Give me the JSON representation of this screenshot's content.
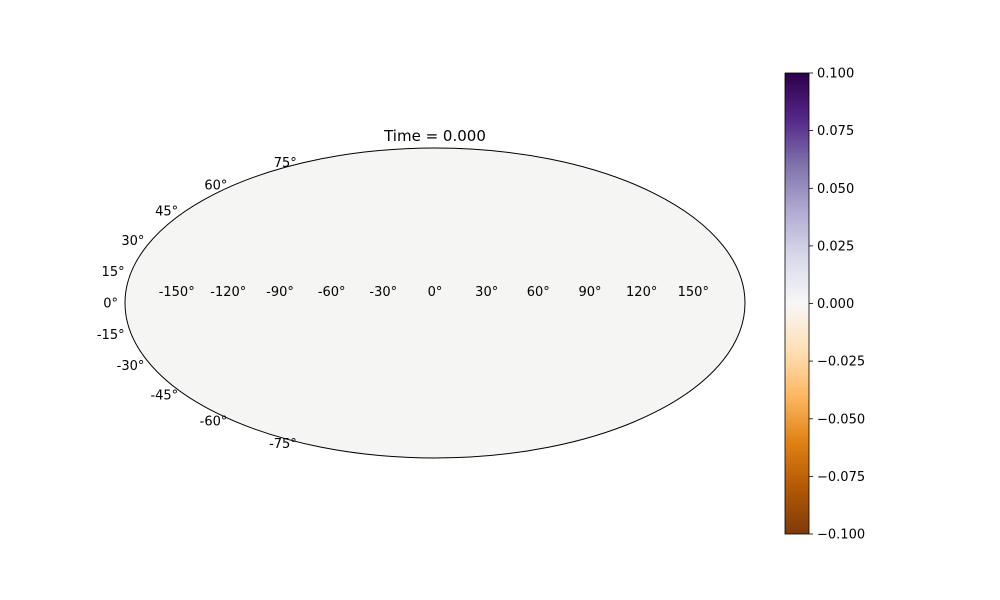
{
  "chart_data": {
    "type": "heatmap",
    "projection": "mollweide",
    "title": "Time = 0.000",
    "field_value": 0.0,
    "field_color": "#f5f5f4",
    "outline_color": "#000000",
    "longitude_ticks": [
      -150,
      -120,
      -90,
      -60,
      -30,
      0,
      30,
      60,
      90,
      120,
      150
    ],
    "longitude_labels": [
      "-150°",
      "-120°",
      "-90°",
      "-60°",
      "-30°",
      "0°",
      "30°",
      "60°",
      "90°",
      "120°",
      "150°"
    ],
    "latitude_ticks": [
      75,
      60,
      45,
      30,
      15,
      0,
      -15,
      -30,
      -45,
      -60,
      -75
    ],
    "latitude_labels": [
      "75°",
      "60°",
      "45°",
      "30°",
      "15°",
      "0°",
      "-15°",
      "-30°",
      "-45°",
      "-60°",
      "-75°"
    ],
    "colorbar": {
      "range": [
        -0.1,
        0.1
      ],
      "ticks": [
        0.1,
        0.075,
        0.05,
        0.025,
        0.0,
        -0.025,
        -0.05,
        -0.075,
        -0.1
      ],
      "tick_labels": [
        "0.100",
        "0.075",
        "0.050",
        "0.025",
        "0.000",
        "−0.025",
        "−0.050",
        "−0.075",
        "−0.100"
      ],
      "colormap": "PuOr",
      "colors_top_to_bottom": [
        "#2d004b",
        "#542788",
        "#8073ac",
        "#b2abd2",
        "#d8daeb",
        "#f7f7f7",
        "#fee0b6",
        "#fdb863",
        "#e08214",
        "#b35806",
        "#7f3b08"
      ]
    }
  }
}
